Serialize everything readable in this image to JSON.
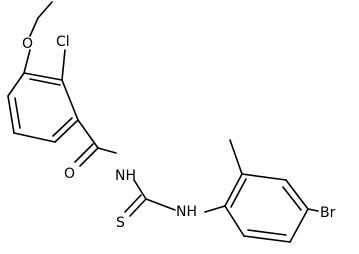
{
  "molecule": {
    "atoms": {
      "O1": "O",
      "Cl": "Cl",
      "O2": "O",
      "NH1": "NH",
      "NH2": "NH",
      "S": "S",
      "Br": "Br"
    }
  }
}
